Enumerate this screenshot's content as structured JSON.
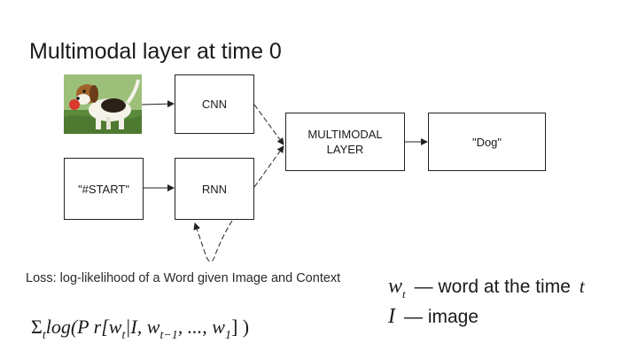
{
  "title": "Multimodal layer at time 0",
  "nodes": {
    "cnn": "CNN",
    "rnn": "RNN",
    "start": "\"#START\"",
    "multimodal_line1": "MULTIMODAL",
    "multimodal_line2": "LAYER",
    "output": "\"Dog\""
  },
  "loss_text": "Loss: log-likelihood of a Word given Image and Context",
  "formula": {
    "sigma": "Σ",
    "sigma_sub": "t",
    "body_start": "log(P r[w",
    "w_sub": "t",
    "body_mid": "|I, w",
    "w2_sub": "t−1",
    "body_end": ", ..., w",
    "w3_sub": "1",
    "close": "] )"
  },
  "legend": {
    "w_symbol": "w",
    "w_sub": "t",
    "w_text": "— word at the time",
    "w_tail": "t",
    "i_symbol": "I",
    "i_text": "— image"
  },
  "colors": {
    "line": "#222222",
    "grass": "#5a8a3a",
    "ball": "#d93a2b"
  },
  "icons": {
    "image": "beagle-puppy-photo"
  }
}
